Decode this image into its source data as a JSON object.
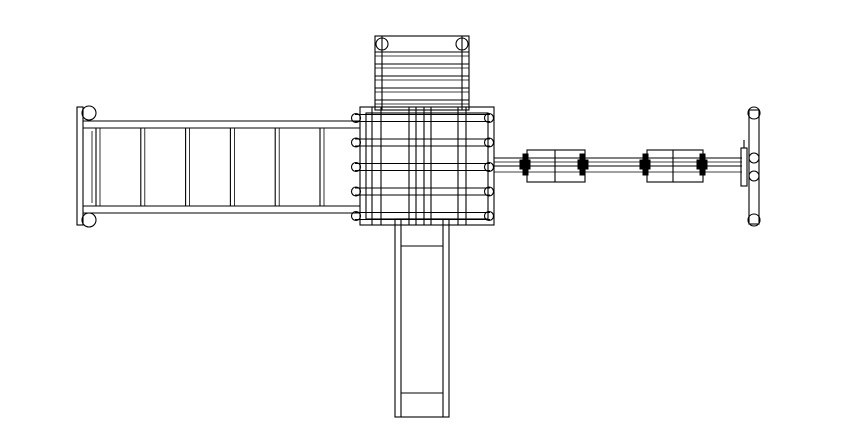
{
  "drawing": {
    "view": "top-view",
    "subject": "playset",
    "line_color": "#000000",
    "background_color": "#ffffff",
    "components": {
      "tower_roof_ladder": {
        "rungs": 5
      },
      "deck": {
        "rails": 5
      },
      "monkey_bars": {
        "rungs": 6
      },
      "slide": {},
      "swing_beam": {
        "swings": 2
      },
      "a_frame_end": {}
    }
  }
}
